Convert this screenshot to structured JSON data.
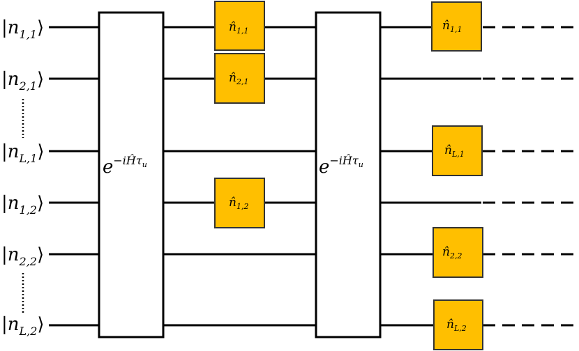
{
  "diagram": {
    "inputs": [
      {
        "symbol": "n",
        "sub": "1,1"
      },
      {
        "symbol": "n",
        "sub": "2,1"
      },
      {
        "symbol": "n",
        "sub": "L,1"
      },
      {
        "symbol": "n",
        "sub": "1,2"
      },
      {
        "symbol": "n",
        "sub": "2,2"
      },
      {
        "symbol": "n",
        "sub": "L,2"
      }
    ],
    "unitaries": [
      {
        "base": "e",
        "exponent": "−iĤτ",
        "exp_sub": "u"
      },
      {
        "base": "e",
        "exponent": "−iĤτ",
        "exp_sub": "u"
      }
    ],
    "gates_stage1": [
      {
        "wire": 0,
        "label": "n̂",
        "sub": "1,1"
      },
      {
        "wire": 1,
        "label": "n̂",
        "sub": "2,1"
      },
      {
        "wire": 3,
        "label": "n̂",
        "sub": "1,2"
      }
    ],
    "gates_stage2": [
      {
        "wire": 0,
        "label": "n̂",
        "sub": "1,1"
      },
      {
        "wire": 2,
        "label": "n̂",
        "sub": "L,1"
      },
      {
        "wire": 4,
        "label": "n̂",
        "sub": "2,2"
      },
      {
        "wire": 5,
        "label": "n̂",
        "sub": "L,2"
      }
    ],
    "colors": {
      "gate_fill": "#FFBF00",
      "gate_stroke": "#333333",
      "wire": "#000000"
    }
  }
}
